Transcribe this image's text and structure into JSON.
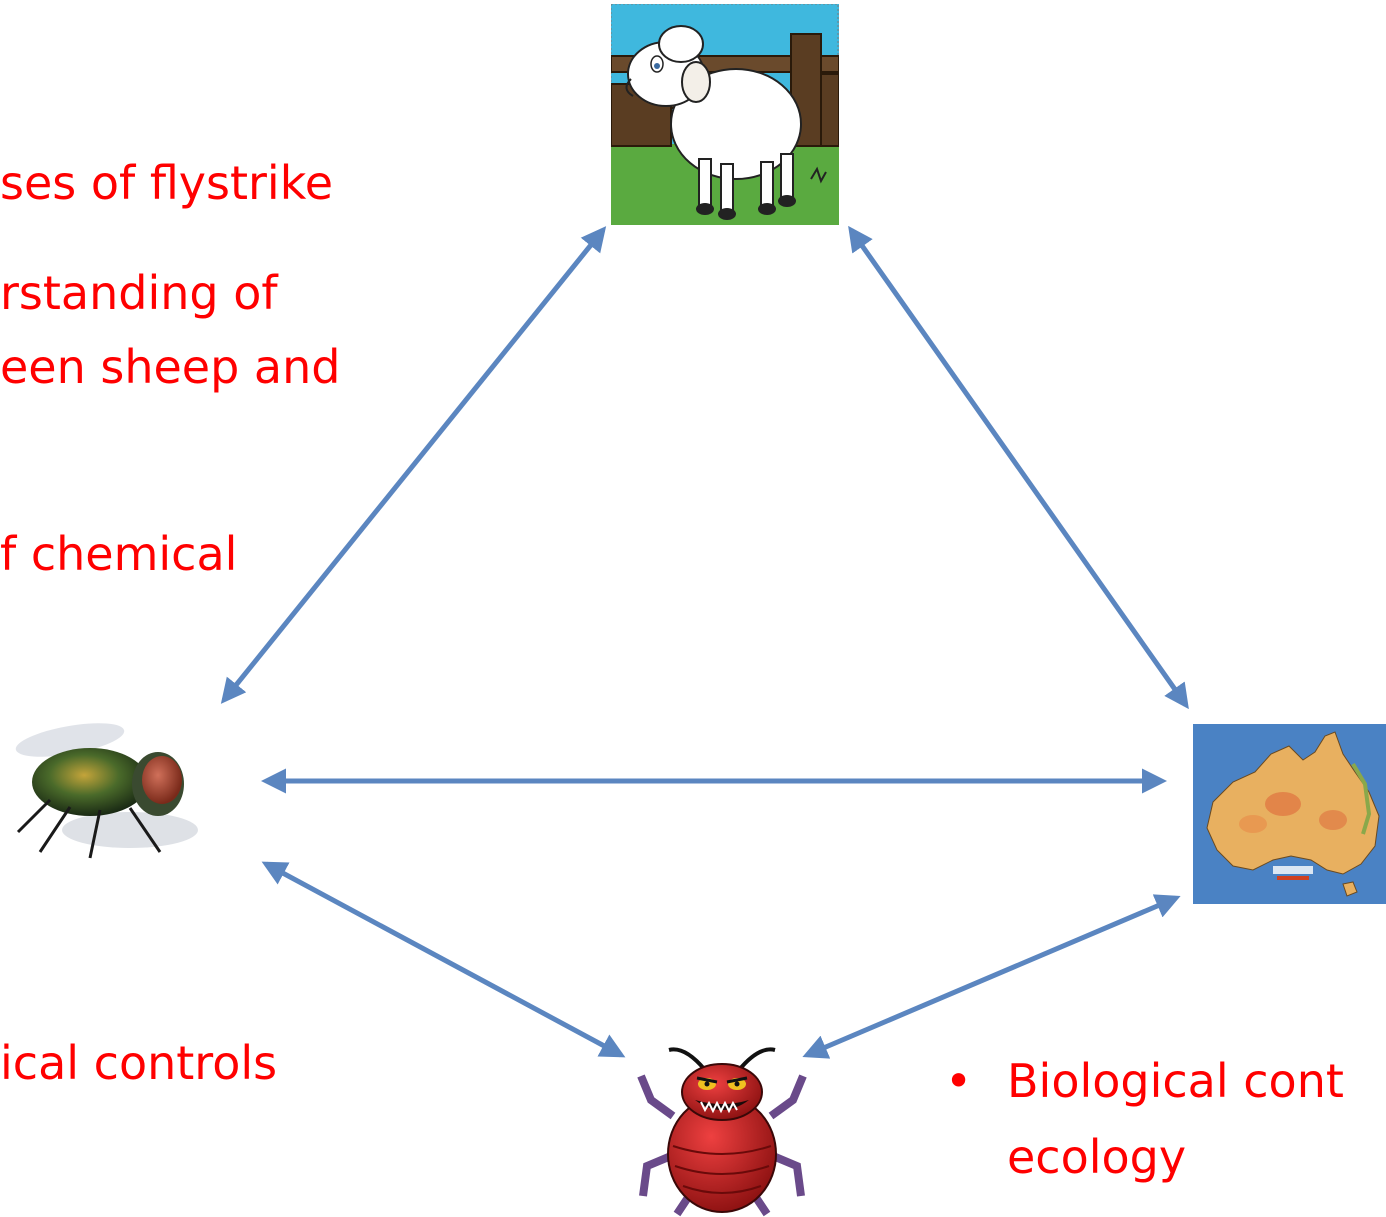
{
  "left_text_lines": [
    "ses of flystrike",
    "rstanding of",
    "een sheep and",
    "f chemical",
    "ical controls"
  ],
  "right_bullet": {
    "marker": "•",
    "line1": "Biological cont",
    "line2": "ecology"
  },
  "colors": {
    "text": "#ff0000",
    "arrow": "#5b86c0"
  },
  "nodes": [
    "sheep-image",
    "blowfly-image",
    "australia-map-image",
    "predator-bug-image"
  ]
}
